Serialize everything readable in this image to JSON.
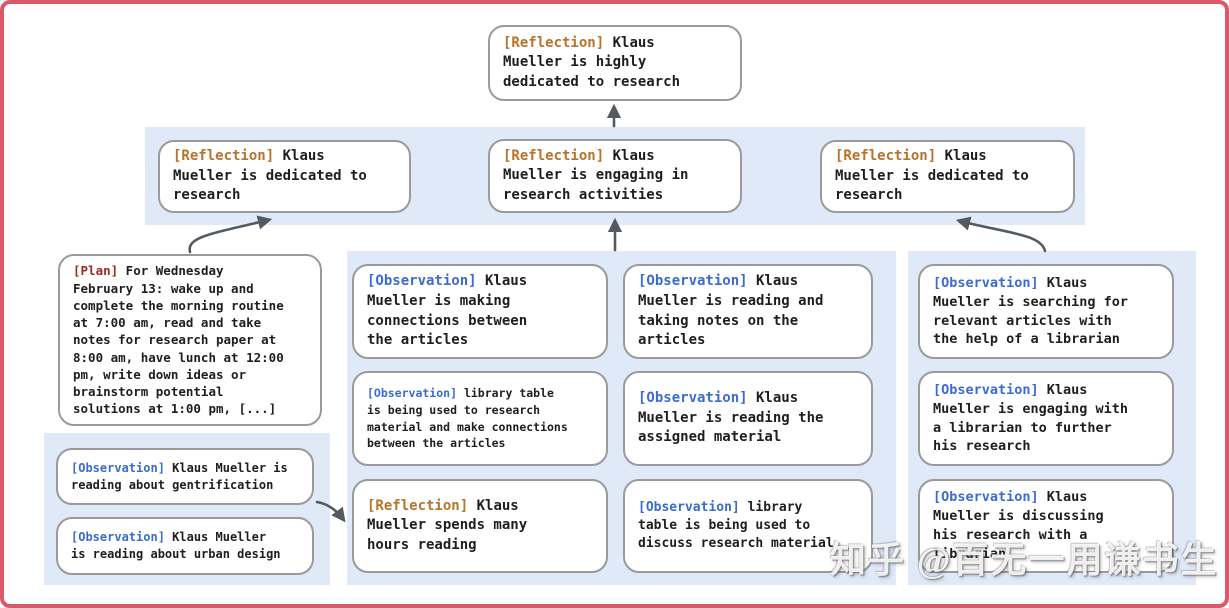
{
  "colors": {
    "frame": "#d85a68",
    "band": "#dfe9f8",
    "box_border": "#9a9a9a",
    "reflection_label": "#b5732d",
    "plan_label": "#9c2b23",
    "observation_label": "#3c6bd0",
    "arrow": "#555a60",
    "text": "#1e1e1e"
  },
  "nodes": {
    "top": {
      "label": "[Reflection]",
      "text": " Klaus\nMueller is highly\ndedicated to research"
    },
    "r1": {
      "label": "[Reflection]",
      "text": " Klaus\nMueller is dedicated to\nresearch"
    },
    "r2": {
      "label": "[Reflection]",
      "text": " Klaus\nMueller is engaging in\nresearch activities"
    },
    "r3": {
      "label": "[Reflection]",
      "text": " Klaus\nMueller is dedicated to\nresearch"
    },
    "plan": {
      "label": "[Plan]",
      "text": " For Wednesday\nFebruary 13: wake up and\ncomplete the morning routine\nat 7:00 am, read and take\nnotes for research paper at\n8:00 am, have lunch at 12:00\npm, write down ideas or\nbrainstorm potential\nsolutions at 1:00 pm, [...]"
    },
    "lobs1": {
      "label": "[Observation]",
      "text": " Klaus Mueller is\nreading about gentrification"
    },
    "lobs2": {
      "label": "[Observation]",
      "text": " Klaus Mueller\nis reading about urban design"
    },
    "m1": {
      "label": "[Observation]",
      "text": " Klaus\nMueller is making\nconnections between\nthe articles"
    },
    "m2": {
      "label": "[Observation]",
      "text": " library table\nis being used to research\nmaterial and make connections\nbetween the articles"
    },
    "m3": {
      "label": "[Reflection]",
      "text": " Klaus\nMueller spends many\nhours reading"
    },
    "n1": {
      "label": "[Observation]",
      "text": " Klaus\nMueller is reading and\ntaking notes on the\narticles"
    },
    "n2": {
      "label": "[Observation]",
      "text": " Klaus\nMueller is reading the\nassigned material"
    },
    "n3": {
      "label": "[Observation]",
      "text": " library\ntable is being used to\ndiscuss research material"
    },
    "o1": {
      "label": "[Observation]",
      "text": " Klaus\nMueller is searching for\nrelevant articles with\nthe help of a librarian"
    },
    "o2": {
      "label": "[Observation]",
      "text": " Klaus\nMueller is engaging with\na librarian to further\nhis research"
    },
    "o3": {
      "label": "[Observation]",
      "text": " Klaus\nMueller is discussing\nhis research with a\nlibrarian"
    }
  },
  "watermark": {
    "text": "知乎 @百无一用谦书生"
  }
}
